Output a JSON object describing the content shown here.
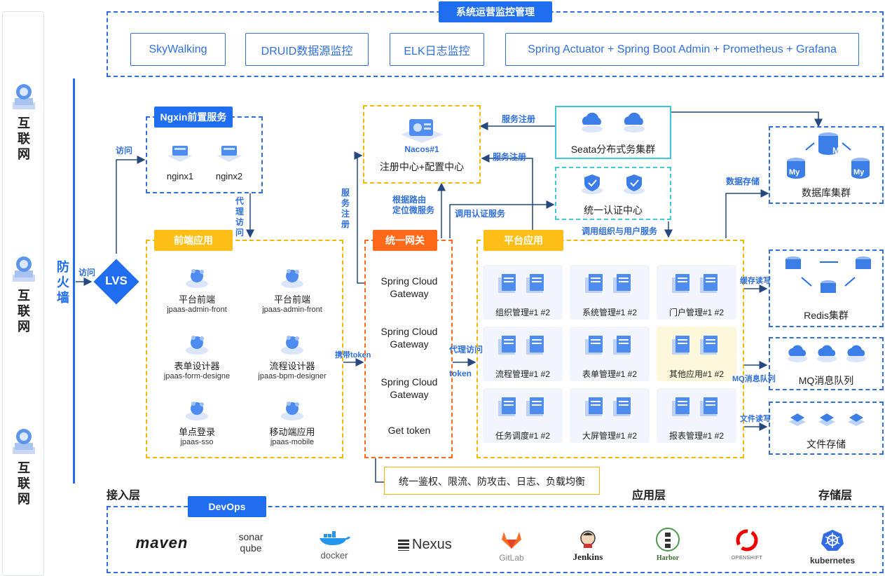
{
  "left_panel": {
    "labels": [
      "互联网",
      "互联网",
      "互联网"
    ]
  },
  "firewall": {
    "label": "防火墙"
  },
  "lvs": {
    "label": "LVS",
    "visit": "访问"
  },
  "monitoring": {
    "title": "系统运营监控管理",
    "items": [
      "SkyWalking",
      "DRUID数据源监控",
      "ELK日志监控",
      "Spring Actuator + Spring Boot Admin + Prometheus + Grafana"
    ]
  },
  "ngxin": {
    "title": "Ngxin前置服务",
    "nodes": [
      "nginx1",
      "nginx2"
    ],
    "visit": "访问",
    "proxy": "代理访问"
  },
  "frontend": {
    "title": "前端应用",
    "apps": [
      {
        "name": "平台前端",
        "code": "jpaas-admin-front"
      },
      {
        "name": "平台前端",
        "code": "jpaas-admin-front"
      },
      {
        "name": "表单设计器",
        "code": "jpaas-form-designe"
      },
      {
        "name": "流程设计器",
        "code": "jpaas-bpm-designer"
      },
      {
        "name": "单点登录",
        "code": "jpaas-sso"
      },
      {
        "name": "移动端应用",
        "code": "jpaas-mobile"
      }
    ],
    "carry_token": "携带token"
  },
  "nacos": {
    "name": "Nacos#1",
    "label": "注册中心+配置中心",
    "register": "服务注册",
    "register_v": "服务注册",
    "route": "根据路由\n定位微服务"
  },
  "gateway": {
    "title": "统一网关",
    "items": [
      "Spring Cloud Gateway",
      "Spring Cloud Gateway",
      "Spring Cloud Gateway",
      "Get token"
    ],
    "note": "统一鉴权、限流、防攻击、日志、负载均衡",
    "proxy": "代理访问",
    "token": "token",
    "call_auth": "调用认证服务"
  },
  "seata": {
    "label": "Seata分布式务集群",
    "register": "服务注册"
  },
  "auth": {
    "label": "统一认证中心",
    "call_org": "调用组织与用户服务"
  },
  "platform": {
    "title": "平台应用",
    "services": [
      "组织管理#1 #2",
      "系统管理#1 #2",
      "门户管理#1 #2",
      "流程管理#1 #2",
      "表单管理#1 #2",
      "其他应用#1 #2",
      "任务调度#1 #2",
      "大屏管理#1 #2",
      "报表管理#1 #2"
    ]
  },
  "storage": {
    "db": "数据库集群",
    "db_store": "数据存储",
    "redis": "Redis集群",
    "cache": "缓存读写",
    "mq": "MQ消息队列",
    "mq_edge": "MQ消息队列",
    "file": "文件存储",
    "file_rw": "文件读写",
    "db_labels": [
      "My",
      "M",
      "My"
    ]
  },
  "layers": {
    "access": "接入层",
    "app": "应用层",
    "store": "存储层"
  },
  "devops": {
    "title": "DevOps",
    "tools": [
      "maven",
      "sonar qube",
      "docker",
      "Nexus",
      "GitLab",
      "Jenkins",
      "Harbor",
      "OPENSHIFT",
      "kubernetes"
    ]
  },
  "colors": {
    "blue": "#1f6ef0",
    "orange": "#fdbf16",
    "red": "#ff6a1a",
    "cyan": "#3fc8dc"
  }
}
